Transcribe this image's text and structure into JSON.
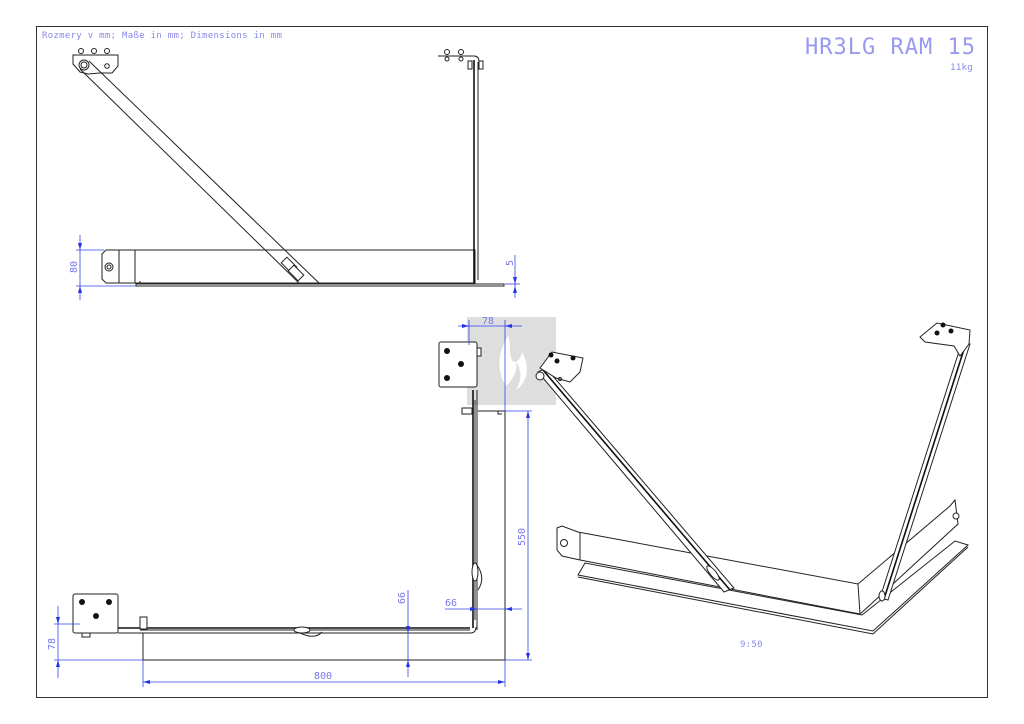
{
  "header": {
    "units_note": "Rozmery v mm; Maße in mm; Dimensions in mm",
    "title": "HR3LG RAM 15",
    "weight": "11kg"
  },
  "side_view": {
    "dim_height": "80",
    "dim_plate": "5"
  },
  "plan_view": {
    "dim_top_width": "78",
    "dim_height": "550",
    "dim_offset_h": "66",
    "dim_offset_v": "66",
    "dim_left": "78",
    "dim_length": "800"
  },
  "iso_view": {
    "scale": "9:50"
  },
  "colors": {
    "dimension": "#3344ee",
    "text": "#7777ee",
    "line": "#222222"
  }
}
